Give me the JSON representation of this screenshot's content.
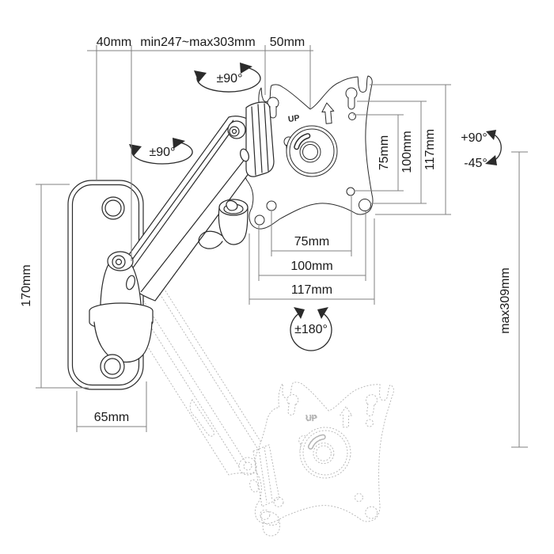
{
  "title": "Wall mount monitor arm dimension diagram",
  "dimensions": {
    "arm_depth": "40mm",
    "arm_reach": "min247~max303mm",
    "plate_offset": "50mm",
    "wall_plate_height": "170mm",
    "wall_plate_width": "65mm",
    "vesa_v_75": "75mm",
    "vesa_v_100": "100mm",
    "vesa_v_117": "117mm",
    "vesa_h_75": "75mm",
    "vesa_h_100": "100mm",
    "vesa_h_117": "117mm",
    "vertical_range": "max309mm"
  },
  "rotations": {
    "swivel_front": "±90°",
    "swivel_elbow": "±90°",
    "tilt_up": "+90°",
    "tilt_down": "-45°",
    "rotation": "±180°"
  },
  "labels": {
    "up": "UP"
  },
  "colors": {
    "drawing": "#2b2b2b",
    "dimension_line": "#808080",
    "text": "#1a1a1a",
    "ghost": "#b3b3b3",
    "background": "#ffffff"
  }
}
